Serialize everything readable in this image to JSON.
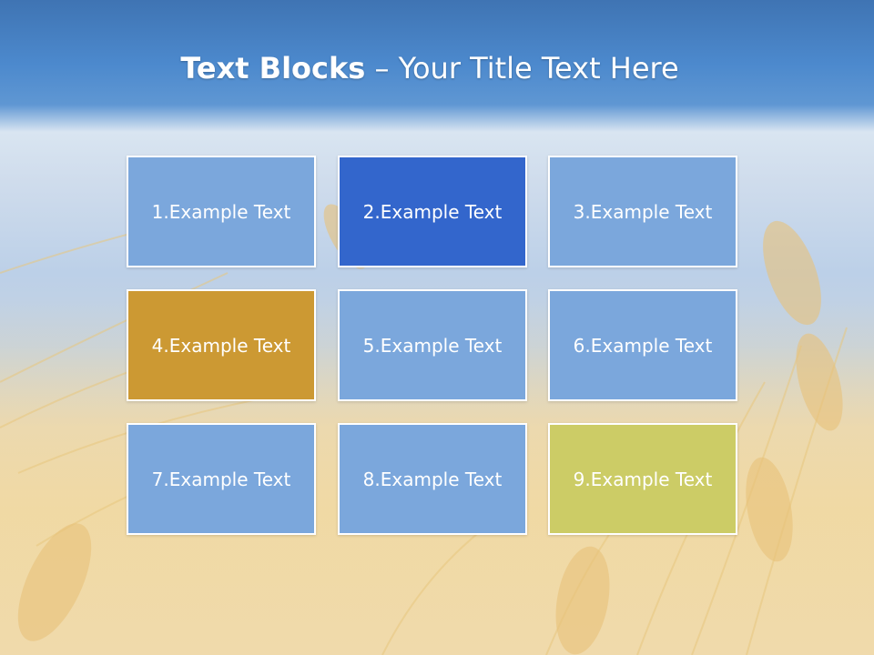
{
  "slide": {
    "title_bold": "Text Blocks",
    "title_separator": " – ",
    "title_rest": "Your Title Text Here"
  },
  "blocks": [
    {
      "label": "1.Example Text",
      "color": "#7ba7dc"
    },
    {
      "label": "2.Example Text",
      "color": "#3366cc"
    },
    {
      "label": "3.Example Text",
      "color": "#7ba7dc"
    },
    {
      "label": "4.Example Text",
      "color": "#cc9933"
    },
    {
      "label": "5.Example Text",
      "color": "#7ba7dc"
    },
    {
      "label": "6.Example Text",
      "color": "#7ba7dc"
    },
    {
      "label": "7.Example Text",
      "color": "#7ba7dc"
    },
    {
      "label": "8.Example Text",
      "color": "#7ba7dc"
    },
    {
      "label": "9.Example Text",
      "color": "#cccc66"
    }
  ]
}
